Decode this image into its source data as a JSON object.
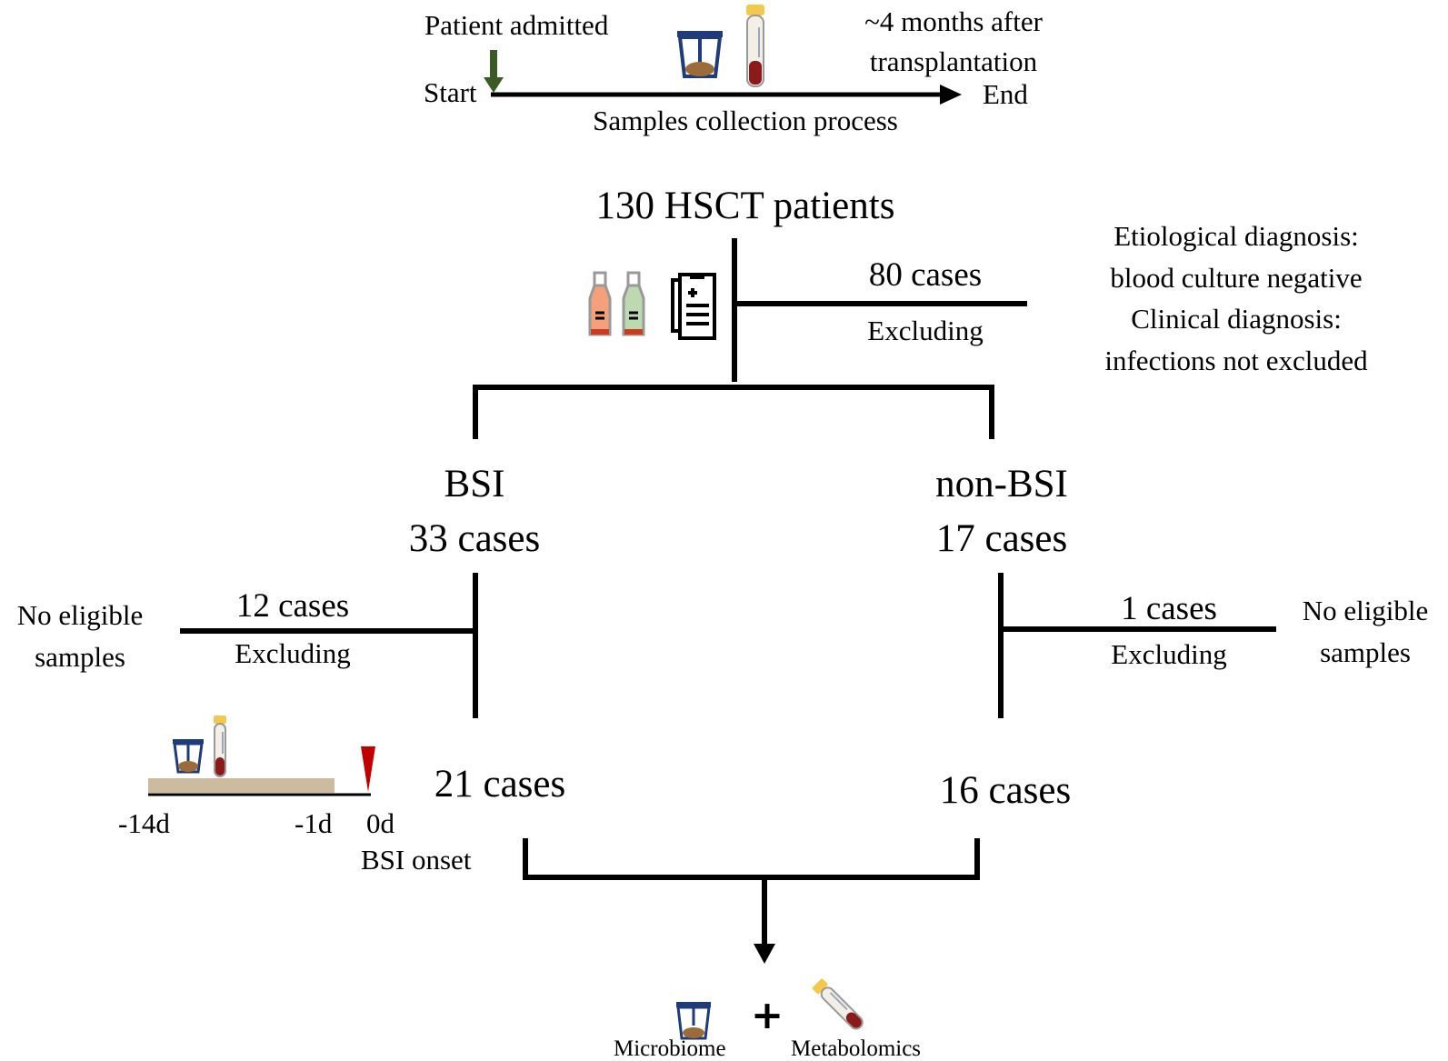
{
  "timeline": {
    "patient_admitted": "Patient admitted",
    "start": "Start",
    "end": "End",
    "after_line1": "~4 months after",
    "after_line2": "transplantation",
    "process": "Samples collection process"
  },
  "root": {
    "label": "130 HSCT patients"
  },
  "exclude_top": {
    "count": "80 cases",
    "excluding": "Excluding",
    "reason_1": "Etiological diagnosis:",
    "reason_2": "blood culture negative",
    "reason_3": "Clinical diagnosis:",
    "reason_4": "infections not excluded"
  },
  "bsi": {
    "title": "BSI",
    "count": "33 cases",
    "exclude_count": "12 cases",
    "excluding": "Excluding",
    "reason_1": "No eligible",
    "reason_2": "samples",
    "final": "21 cases"
  },
  "non_bsi": {
    "title": "non-BSI",
    "count": "17 cases",
    "exclude_count": "1 cases",
    "excluding": "Excluding",
    "reason_1": "No eligible",
    "reason_2": "samples",
    "final": "16 cases"
  },
  "window": {
    "tick_start": "-14d",
    "tick_mid": "-1d",
    "tick_zero": "0d",
    "onset": "BSI onset"
  },
  "outputs": {
    "microbiome": "Microbiome",
    "plus": "+",
    "metabolomics": "Metabolomics"
  },
  "colors": {
    "line": "#000000",
    "arrow_green": "#3b5a26",
    "container_blue": "#1f3b7a",
    "stool_brown": "#9c6b3a",
    "blood_red": "#8b1a1a",
    "tube_cap": "#f2c94c",
    "window_bar": "#cdbb9f",
    "onset_marker": "#c00000",
    "bottle_orange": "#f4a07a",
    "bottle_green": "#bcd9b0"
  }
}
